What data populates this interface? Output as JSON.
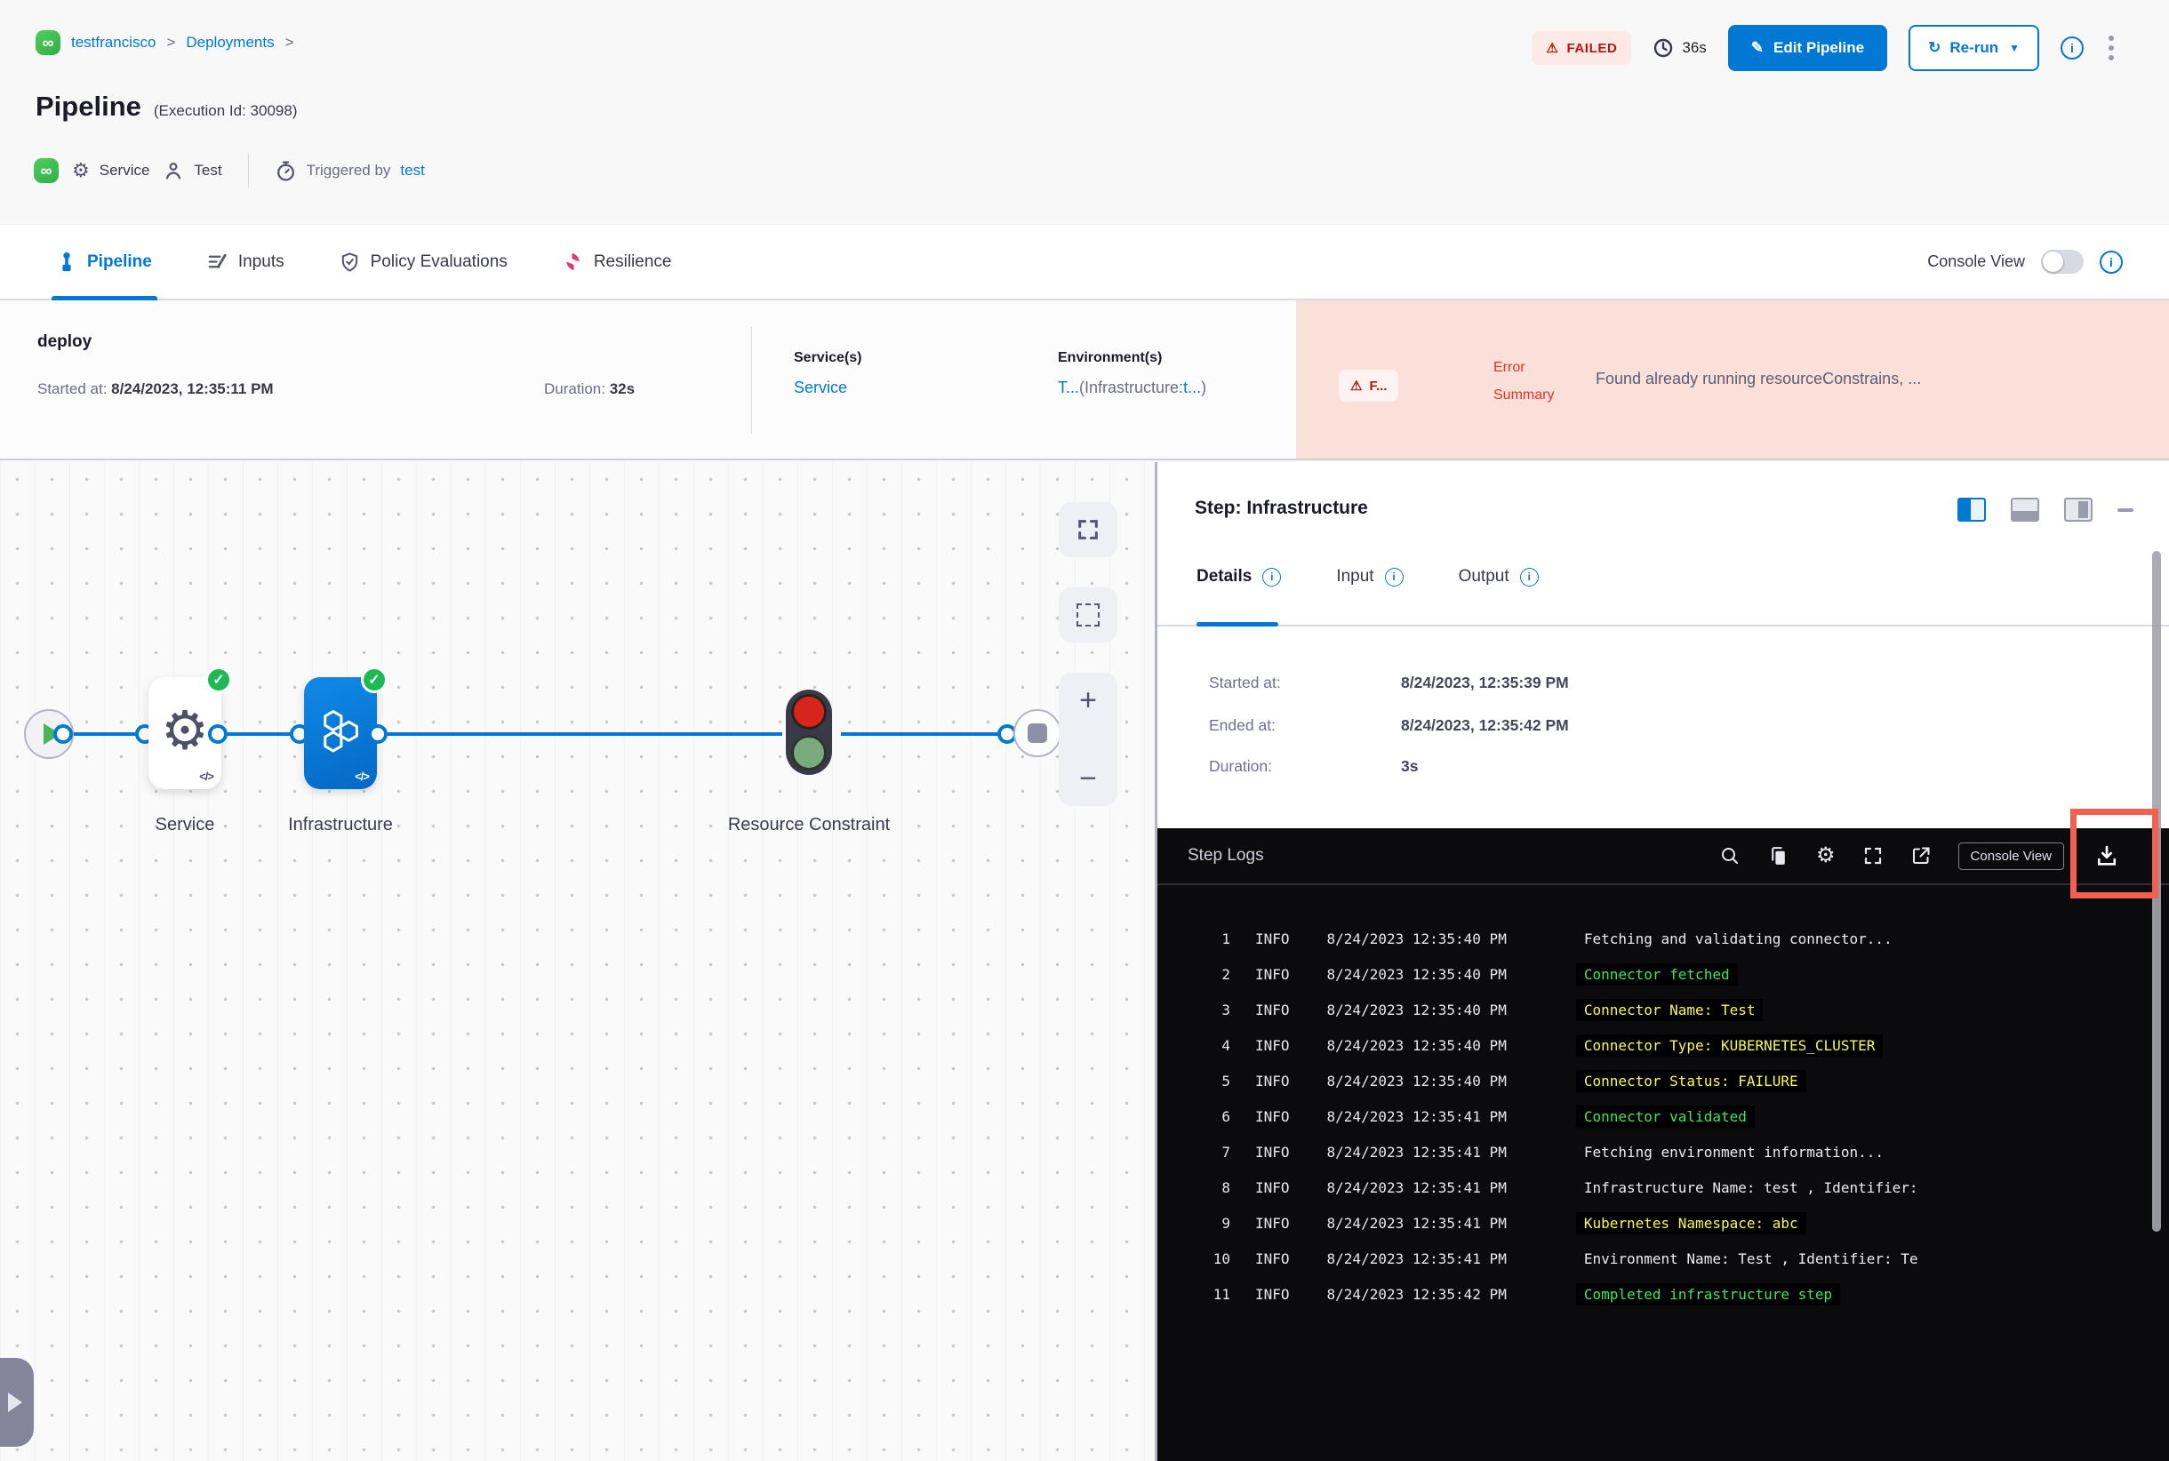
{
  "breadcrumb": {
    "org": "testfrancisco",
    "section": "Deployments",
    "sep": ">"
  },
  "header": {
    "title": "Pipeline",
    "execution_id": "(Execution Id: 30098)",
    "status": "FAILED",
    "elapsed": "36s",
    "edit_button": "Edit Pipeline",
    "rerun_button": "Re-run",
    "service_label": "Service",
    "user_label": "Test",
    "triggered_by": "Triggered by",
    "trigger_user": "test"
  },
  "nav_tabs": {
    "items": [
      {
        "label": "Pipeline",
        "active": true
      },
      {
        "label": "Inputs",
        "active": false
      },
      {
        "label": "Policy Evaluations",
        "active": false
      },
      {
        "label": "Resilience",
        "active": false
      }
    ],
    "console_view": "Console View"
  },
  "stage": {
    "name": "deploy",
    "started_label": "Started at:",
    "started": "8/24/2023, 12:35:11 PM",
    "duration_label": "Duration:",
    "duration": "32s",
    "services_label": "Service(s)",
    "service_link": "Service",
    "environments_label": "Environment(s)",
    "env_link_1": "T...",
    "env_text": "(Infrastructure:",
    "env_link_2": "t...",
    "env_close": ")",
    "error_badge": "F...",
    "error_label": "Error Summary",
    "error_message": "Found already running resourceConstrains, ..."
  },
  "graph": {
    "nodes": [
      {
        "id": "service",
        "label": "Service",
        "status": "success"
      },
      {
        "id": "infrastructure",
        "label": "Infrastructure",
        "status": "success"
      },
      {
        "id": "resource-constraint",
        "label": "Resource Constraint",
        "status": "waiting"
      }
    ],
    "code_glyph": "</>"
  },
  "step_panel": {
    "title": "Step: Infrastructure",
    "tabs": [
      {
        "label": "Details",
        "active": true
      },
      {
        "label": "Input",
        "active": false
      },
      {
        "label": "Output",
        "active": false
      }
    ],
    "details": [
      {
        "label": "Started at:",
        "value": "8/24/2023, 12:35:39 PM"
      },
      {
        "label": "Ended at:",
        "value": "8/24/2023, 12:35:42 PM"
      },
      {
        "label": "Duration:",
        "value": "3s"
      }
    ]
  },
  "logs": {
    "title": "Step Logs",
    "console_view_button": "Console View",
    "entries": [
      {
        "n": "1",
        "level": "INFO",
        "time": "8/24/2023 12:35:40 PM",
        "message": "Fetching and validating connector...",
        "color": "white"
      },
      {
        "n": "2",
        "level": "INFO",
        "time": "8/24/2023 12:35:40 PM",
        "message": "Connector fetched",
        "color": "green"
      },
      {
        "n": "3",
        "level": "INFO",
        "time": "8/24/2023 12:35:40 PM",
        "message": "Connector Name: Test",
        "color": "yellow"
      },
      {
        "n": "4",
        "level": "INFO",
        "time": "8/24/2023 12:35:40 PM",
        "message": "Connector Type: KUBERNETES_CLUSTER",
        "color": "yellow"
      },
      {
        "n": "5",
        "level": "INFO",
        "time": "8/24/2023 12:35:40 PM",
        "message": "Connector Status: FAILURE",
        "color": "yellow"
      },
      {
        "n": "6",
        "level": "INFO",
        "time": "8/24/2023 12:35:41 PM",
        "message": "Connector validated",
        "color": "green"
      },
      {
        "n": "7",
        "level": "INFO",
        "time": "8/24/2023 12:35:41 PM",
        "message": "Fetching environment information...",
        "color": "white"
      },
      {
        "n": "8",
        "level": "INFO",
        "time": "8/24/2023 12:35:41 PM",
        "message": "Infrastructure Name: test , Identifier:",
        "color": "white"
      },
      {
        "n": "9",
        "level": "INFO",
        "time": "8/24/2023 12:35:41 PM",
        "message": "Kubernetes Namespace: abc",
        "color": "yellow"
      },
      {
        "n": "10",
        "level": "INFO",
        "time": "8/24/2023 12:35:41 PM",
        "message": "Environment Name: Test , Identifier: Te",
        "color": "white"
      },
      {
        "n": "11",
        "level": "INFO",
        "time": "8/24/2023 12:35:42 PM",
        "message": "Completed infrastructure step",
        "color": "green"
      }
    ]
  },
  "colors": {
    "accent": "#0278d5",
    "failed_text": "#b41710",
    "failed_bg": "#fdeae7",
    "error_strip_bg": "#fbe0da",
    "error_red": "#e43326",
    "success_green": "#1db954",
    "log_green": "#39e75f",
    "log_yellow": "#f9f951",
    "annotation_red": "#f4604f"
  }
}
